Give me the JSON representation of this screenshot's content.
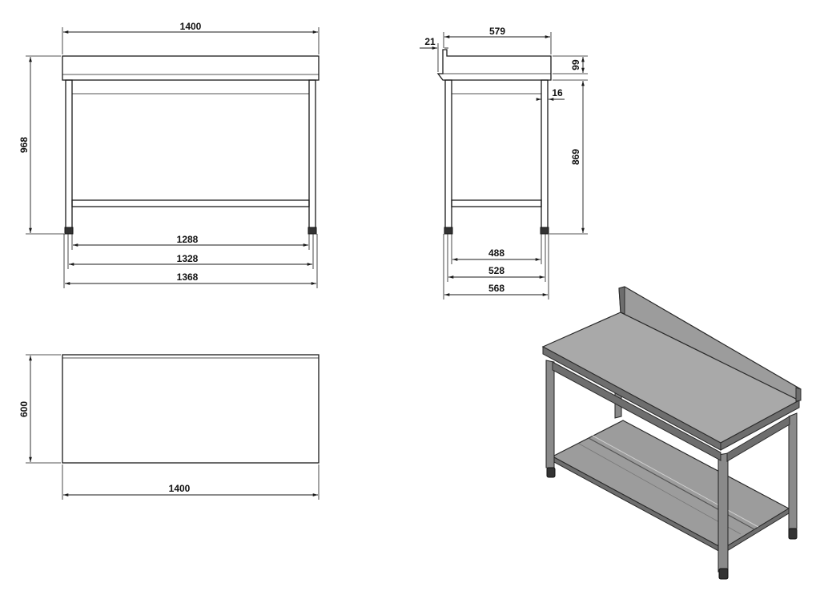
{
  "front_view": {
    "width_top": "1400",
    "height_total": "968",
    "inner_1": "1288",
    "inner_2": "1328",
    "inner_3": "1368"
  },
  "side_view": {
    "overhang": "21",
    "depth_top": "579",
    "backsplash": "99",
    "leg_offset": "16",
    "height_leg": "869",
    "inner_1": "488",
    "inner_2": "528",
    "inner_3": "568"
  },
  "top_view": {
    "depth": "600",
    "width": "1400"
  }
}
